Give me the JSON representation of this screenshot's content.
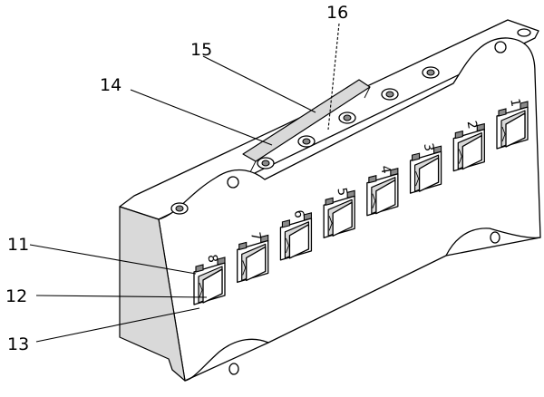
{
  "figure": {
    "reference_numerals": [
      {
        "id": "11",
        "text": "11"
      },
      {
        "id": "12",
        "text": "12"
      },
      {
        "id": "13",
        "text": "13"
      },
      {
        "id": "14",
        "text": "14"
      },
      {
        "id": "15",
        "text": "15"
      },
      {
        "id": "16",
        "text": "16"
      }
    ],
    "port_numbers": [
      "1",
      "2",
      "3",
      "4",
      "5",
      "6",
      "7",
      "8"
    ]
  }
}
